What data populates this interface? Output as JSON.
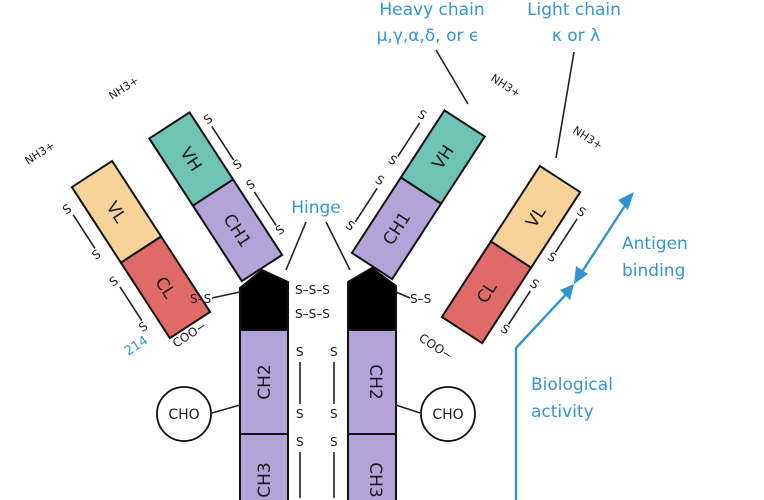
{
  "labels": {
    "heavy_chain_title": "Heavy chain",
    "heavy_chain_classes": "μ,γ,α,δ, or ϵ",
    "light_chain_title": "Light chain",
    "light_chain_classes": "κ or λ",
    "hinge": "Hinge",
    "antigen_line1": "Antigen",
    "antigen_line2": "binding",
    "bio_line1": "Biological",
    "bio_line2": "activity",
    "residue_214": "214"
  },
  "domains": {
    "vh": "VH",
    "ch1": "CH1",
    "vl": "VL",
    "cl": "CL",
    "ch2": "CH2",
    "ch3": "CH3"
  },
  "terminals": {
    "nh3": "NH3+",
    "coo": "COO−"
  },
  "groups": {
    "cho": "CHO"
  },
  "bonds": {
    "disulfide": "S–S",
    "sulfur": "S"
  },
  "colors": {
    "vh": "#6fc3b4",
    "ch": "#b4a3d8",
    "vl": "#f7d39a",
    "cl": "#e06a67",
    "hinge_block": "#000000",
    "annotation_blue": "#3596cf"
  }
}
